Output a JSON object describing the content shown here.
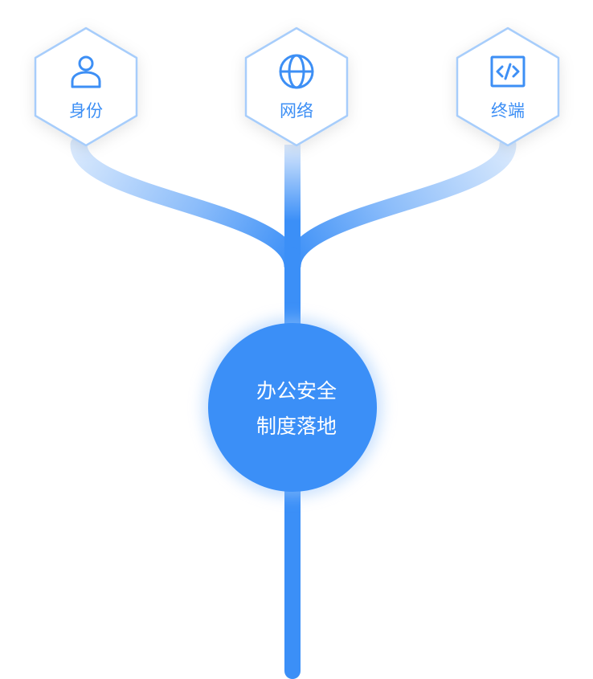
{
  "nodes": [
    {
      "label": "身份",
      "icon": "user-icon"
    },
    {
      "label": "网络",
      "icon": "globe-icon"
    },
    {
      "label": "终端",
      "icon": "code-icon"
    }
  ],
  "hub": {
    "line1": "办公安全",
    "line2": "制度落地"
  },
  "colors": {
    "primary": "#3b8ff7",
    "hex_border": "#a7cdfb",
    "icon": "#3d8ff5",
    "text_on_primary": "#ffffff"
  }
}
